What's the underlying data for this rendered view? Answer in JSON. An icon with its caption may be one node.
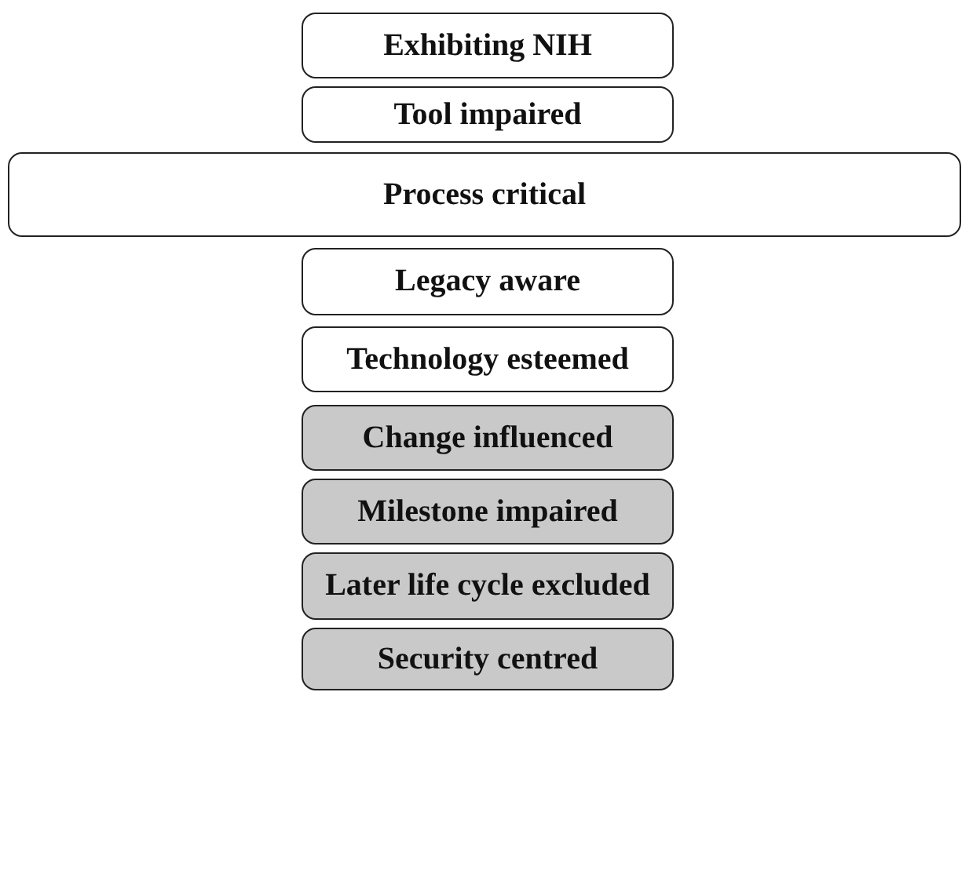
{
  "diagram": {
    "nodes": [
      {
        "text": [
          "Exhibiting NIH"
        ]
      },
      {
        "text": [
          "Tool impaired"
        ]
      },
      {
        "text": [
          "Process critical"
        ]
      },
      {
        "text": [
          "Legacy aware"
        ]
      },
      {
        "text": [
          "Technology esteemed"
        ]
      },
      {
        "text": [
          "Change influenced"
        ]
      },
      {
        "text": [
          "Milestone impaired"
        ]
      },
      {
        "text": [
          "Later life cycle excluded"
        ]
      },
      {
        "text": [
          "Security centred"
        ]
      }
    ]
  }
}
